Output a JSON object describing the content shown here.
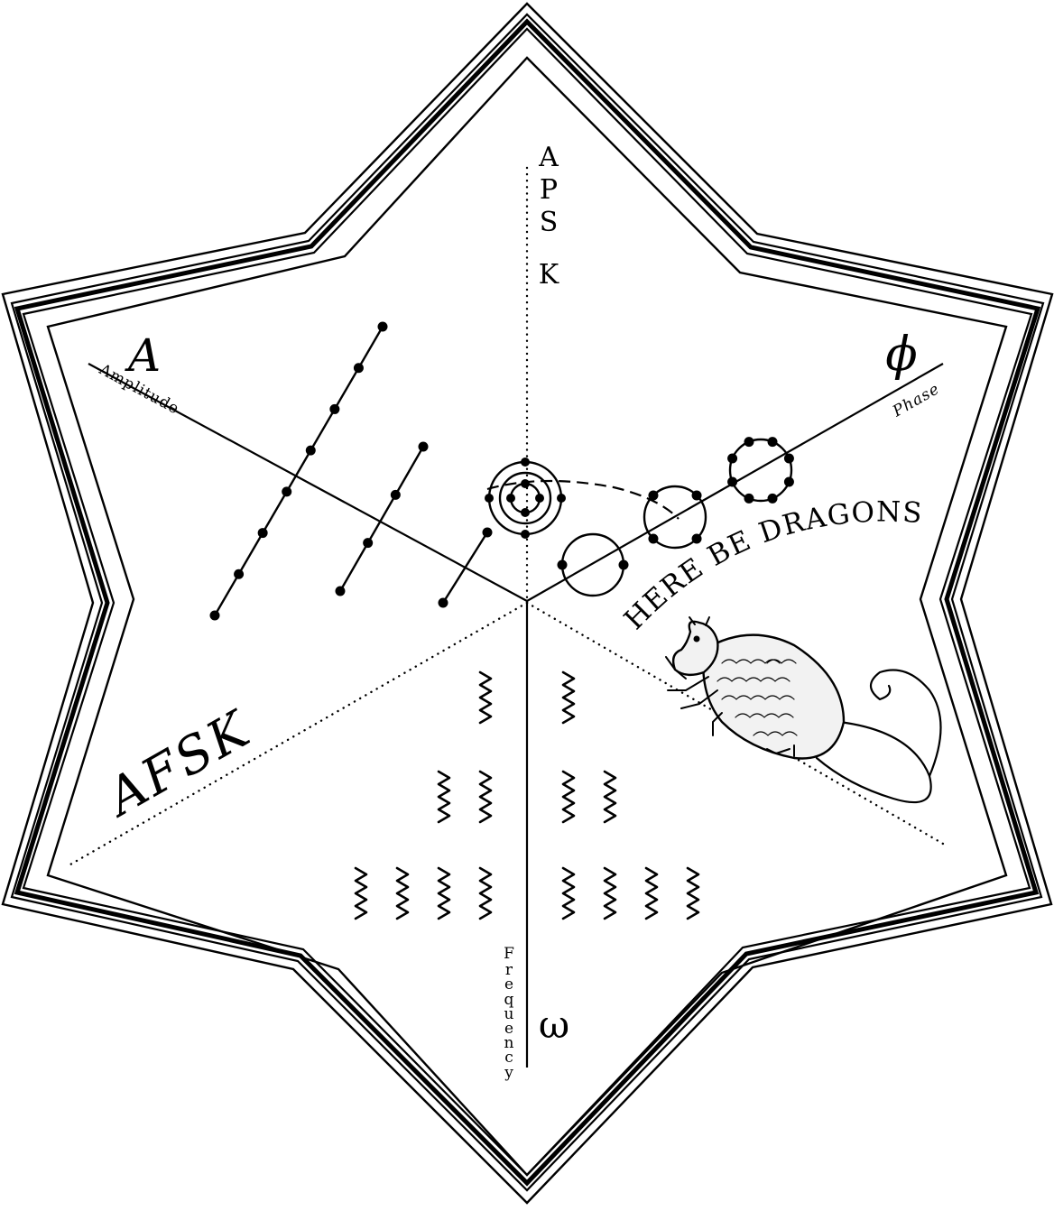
{
  "labels": {
    "apsk_letters": [
      "A",
      "P",
      "S",
      "K"
    ],
    "amplitude_symbol": "A",
    "amplitude_word": "Amplitude",
    "phase_symbol": "ϕ",
    "phase_word": "Phase",
    "frequency_symbol": "ω",
    "frequency_letters": [
      "F",
      "r",
      "e",
      "q",
      "u",
      "e",
      "n",
      "c",
      "y"
    ],
    "afsk": "AFSK",
    "here_be_dragons": "HERE BE DRAGONS"
  },
  "amplitude_constellations": [
    {
      "points_on_line": 8
    },
    {
      "points_on_line": 4
    },
    {
      "points_on_line": 2
    }
  ],
  "phase_constellations": [
    {
      "points_on_circle": 2
    },
    {
      "points_on_circle": 4
    },
    {
      "points_on_circle": 8
    }
  ],
  "apsk_rings": {
    "inner_points": 4,
    "outer_points": 4
  },
  "frequency_tone_rows": [
    {
      "tones": 2
    },
    {
      "tones": 4
    },
    {
      "tones": 8
    }
  ],
  "colors": {
    "ink": "#000000",
    "paper": "#ffffff"
  }
}
